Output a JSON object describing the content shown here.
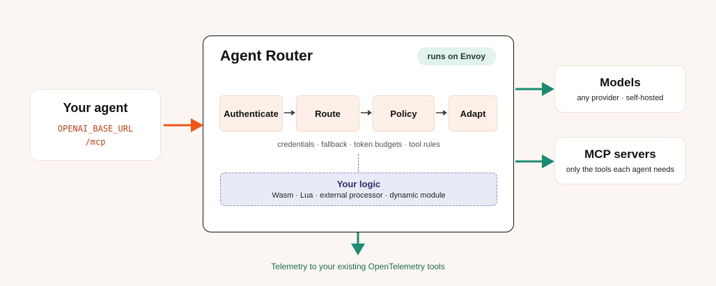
{
  "agent": {
    "title": "Your agent",
    "env_var": "OPENAI_BASE_URL",
    "path": "/mcp"
  },
  "router": {
    "title": "Agent Router",
    "badge": "runs on Envoy",
    "stages": [
      "Authenticate",
      "Route",
      "Policy",
      "Adapt"
    ],
    "caption": "credentials · fallback · token budgets · tool rules",
    "logic": {
      "title": "Your logic",
      "subtitle": "Wasm · Lua · external processor · dynamic module"
    }
  },
  "models": {
    "title": "Models",
    "subtitle": "any provider · self-hosted"
  },
  "mcp": {
    "title": "MCP servers",
    "subtitle": "only the tools each agent needs"
  },
  "telemetry": "Telemetry to your existing OpenTelemetry tools",
  "colors": {
    "background": "#fbf6f1",
    "input_arrow": "#f0561a",
    "output_arrow": "#1d8a72",
    "stage_fill": "#fdf0e8",
    "logic_fill": "#e8eaf6",
    "badge_fill": "#e3f2ec",
    "mono_text": "#b5461b"
  }
}
